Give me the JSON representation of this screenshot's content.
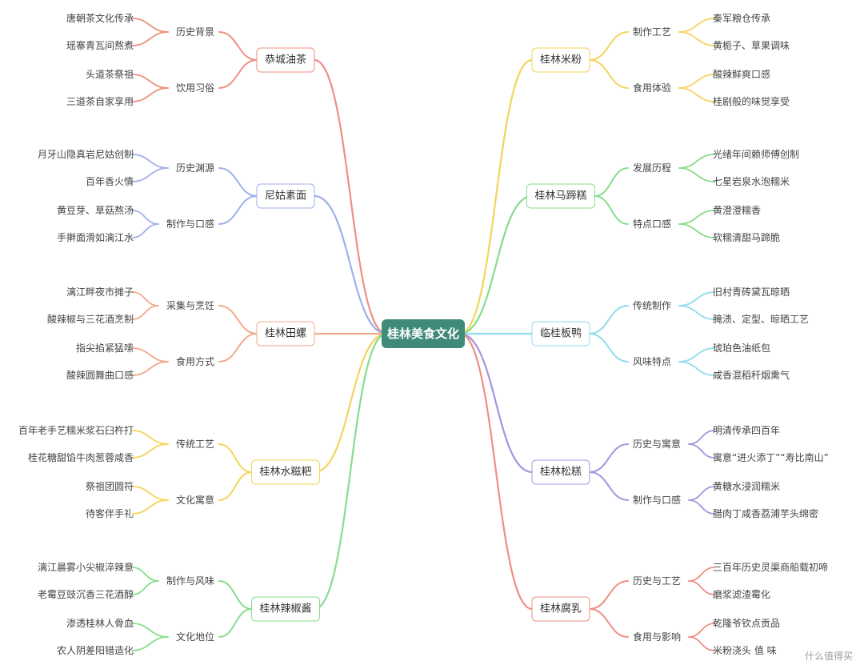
{
  "root": "桂林美食文化",
  "left": [
    {
      "label": "恭城油茶",
      "color": "#ee8f83",
      "children": [
        {
          "label": "历史背景",
          "children": [
            "唐朝茶文化传承",
            "瑶寨青瓦间熬煮"
          ]
        },
        {
          "label": "饮用习俗",
          "children": [
            "头道茶祭祖",
            "三道茶自家享用"
          ]
        }
      ]
    },
    {
      "label": "尼姑素面",
      "color": "#9fb0ea",
      "children": [
        {
          "label": "历史渊源",
          "children": [
            "月牙山隐真岩尼姑创制",
            "百年香火情"
          ]
        },
        {
          "label": "制作与口感",
          "children": [
            "黄豆芽、草菇熬汤",
            "手擀面滑如漓江水"
          ]
        }
      ]
    },
    {
      "label": "桂林田螺",
      "color": "#f2a98a",
      "children": [
        {
          "label": "采集与烹饪",
          "children": [
            "漓江畔夜市摊子",
            "酸辣椒与三花酒烹制"
          ]
        },
        {
          "label": "食用方式",
          "children": [
            "指尖掐紧猛嗦",
            "酸辣圆舞曲口感"
          ]
        }
      ]
    },
    {
      "label": "桂林水糍粑",
      "color": "#f4d45c",
      "children": [
        {
          "label": "传统工艺",
          "children": [
            "百年老手艺糯米浆石臼杵打",
            "桂花糖甜馅牛肉葱蓉咸香"
          ]
        },
        {
          "label": "文化寓意",
          "children": [
            "祭祖团圆符",
            "待客伴手礼"
          ]
        }
      ]
    },
    {
      "label": "桂林辣椒酱",
      "color": "#86dd8e",
      "children": [
        {
          "label": "制作与风味",
          "children": [
            "漓江晨雾小尖椒淬辣意",
            "老霉豆豉沉香三花酒醇"
          ]
        },
        {
          "label": "文化地位",
          "children": [
            "渗透桂林人骨血",
            "农人阴差阳错造化"
          ]
        }
      ]
    }
  ],
  "right": [
    {
      "label": "桂林米粉",
      "color": "#f4d45c",
      "children": [
        {
          "label": "制作工艺",
          "children": [
            "秦军粮仓传承",
            "黄栀子、草果调味"
          ]
        },
        {
          "label": "食用体验",
          "children": [
            "酸辣鲜爽口感",
            "桂剧般的味觉享受"
          ]
        }
      ]
    },
    {
      "label": "桂林马蹄糕",
      "color": "#86dd8e",
      "children": [
        {
          "label": "发展历程",
          "children": [
            "光绪年间赖师傅创制",
            "七星岩泉水泡糯米"
          ]
        },
        {
          "label": "特点口感",
          "children": [
            "黄澄澄糯香",
            "软糯清甜马蹄脆"
          ]
        }
      ]
    },
    {
      "label": "临桂板鸭",
      "color": "#8fdcec",
      "children": [
        {
          "label": "传统制作",
          "children": [
            "旧村青砖黛瓦晾晒",
            "腌渍、定型、晾晒工艺"
          ]
        },
        {
          "label": "风味特点",
          "children": [
            "琥珀色油纸包",
            "咸香混稻秆烟熏气"
          ]
        }
      ]
    },
    {
      "label": "桂林松糕",
      "color": "#a594de",
      "children": [
        {
          "label": "历史与寓意",
          "children": [
            "明清传承四百年",
            "寓意“进火添丁”“寿比南山”"
          ]
        },
        {
          "label": "制作与口感",
          "children": [
            "黄糖水浸润糯米",
            "腊肉丁咸香荔浦芋头绵密"
          ]
        }
      ]
    },
    {
      "label": "桂林腐乳",
      "color": "#ee8f83",
      "children": [
        {
          "label": "历史与工艺",
          "children": [
            "三百年历史灵渠商船载初啼",
            "磨浆滤渣霉化"
          ]
        },
        {
          "label": "食用与影响",
          "children": [
            "乾隆爷钦点贡品",
            "米粉浇头 值 味"
          ]
        }
      ]
    }
  ],
  "watermark": "什么值得买"
}
